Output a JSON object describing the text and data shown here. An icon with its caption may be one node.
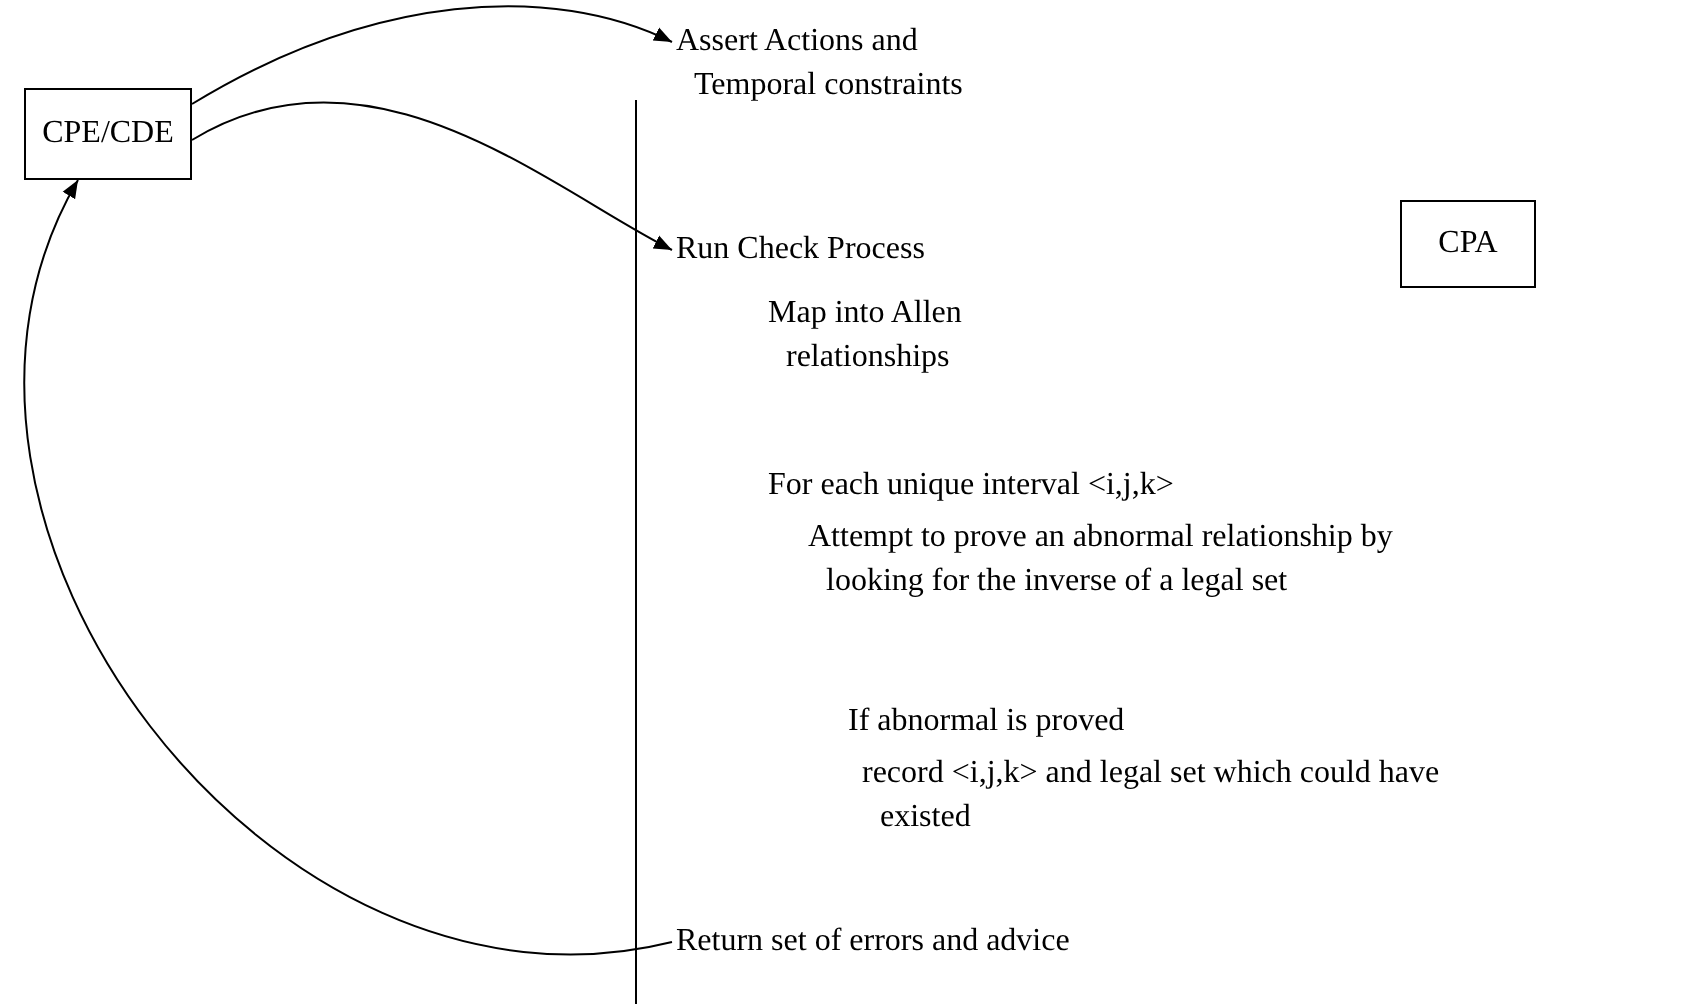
{
  "diagram": {
    "nodes": [
      {
        "text": [
          "CPE/CDE"
        ]
      },
      {
        "text": [
          "Assert Actions and Temporal constraints"
        ]
      },
      {
        "text": [
          "Run Check Process"
        ]
      },
      {
        "text": [
          "CPA"
        ]
      },
      {
        "text": [
          "Return set of errors and advice"
        ]
      }
    ],
    "edges": [
      {
        "from": 0,
        "to": 1,
        "arrow": "to"
      },
      {
        "from": 0,
        "to": 2,
        "arrow": "to"
      },
      {
        "from": 4,
        "to": 0,
        "arrow": "to"
      }
    ],
    "labels": [
      "Map into Allen relationships",
      "For each unique interval <i,j,k>",
      "Attempt to prove an abnormal relationship by looking for the inverse of a legal set",
      "If abnormal is proved",
      "record <i,j,k> and legal set which could have existed"
    ]
  }
}
